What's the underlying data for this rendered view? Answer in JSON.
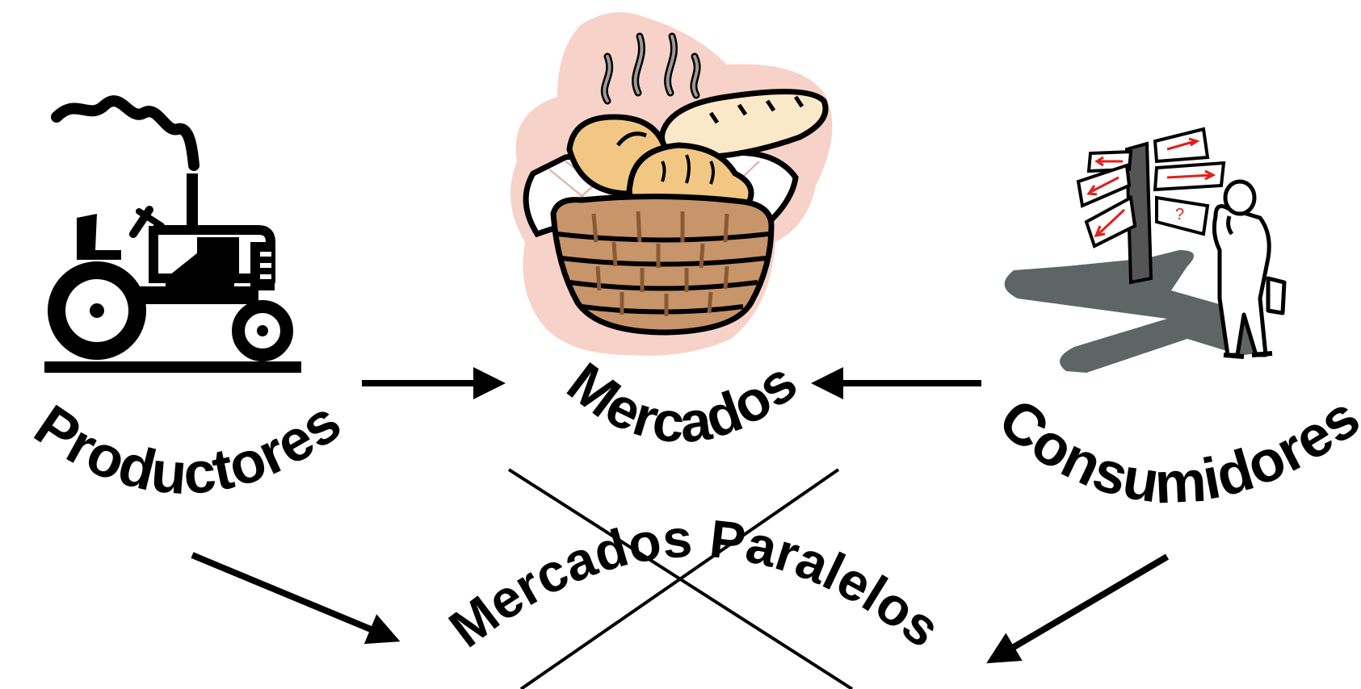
{
  "nodes": {
    "producers": {
      "label": "Productores",
      "icon": "tractor-icon"
    },
    "markets": {
      "label": "Mercados",
      "icon": "bread-basket-icon"
    },
    "consumers": {
      "label": "Consumidores",
      "icon": "confused-consumer-signpost-icon"
    },
    "parallel_markets": {
      "label": "Mercados Paralelos",
      "status": "crossed-out"
    }
  },
  "edges": [
    {
      "from": "producers",
      "to": "markets"
    },
    {
      "from": "consumers",
      "to": "markets"
    },
    {
      "from": "producers",
      "to": "parallel_markets"
    },
    {
      "from": "consumers",
      "to": "parallel_markets"
    }
  ],
  "signpost": {
    "question_mark": "?"
  },
  "colors": {
    "ink": "#000000",
    "basket": "#c8946a",
    "basket_dark": "#8a5a35",
    "bread": "#f2c783",
    "halo": "#f7d2c8",
    "shadow": "#5e6565",
    "sign_arrow": "#e0201b"
  }
}
